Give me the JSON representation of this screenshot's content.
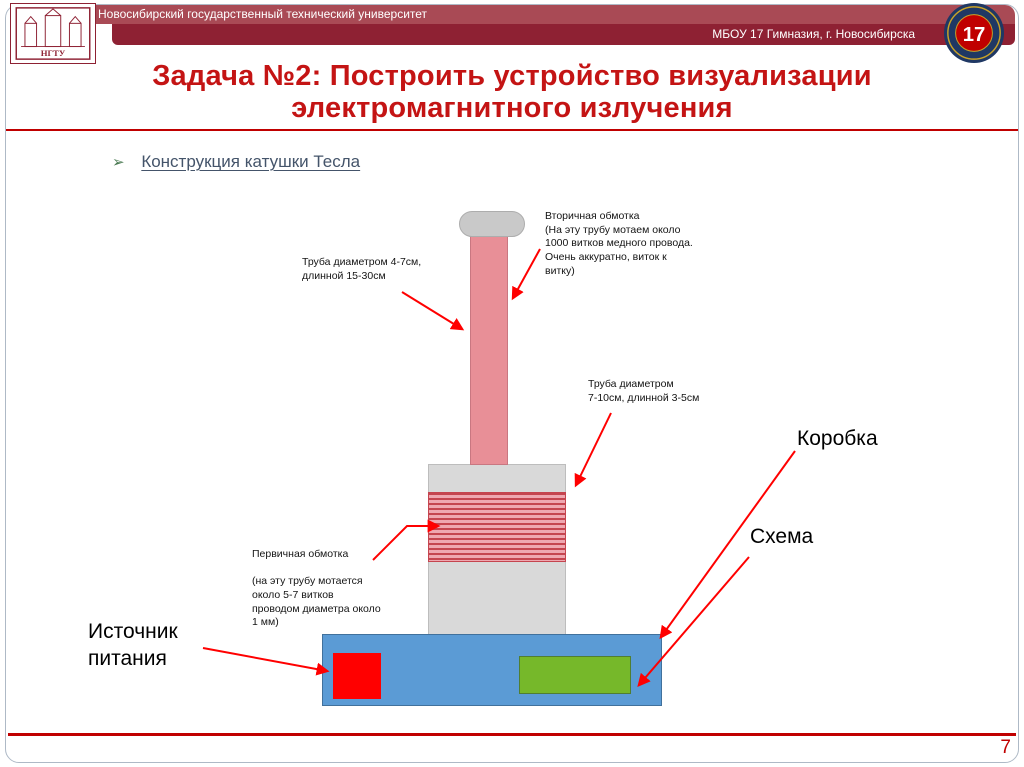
{
  "colors": {
    "accent_red": "#C00000",
    "bar_top": "#A94A55",
    "bar_bottom": "#8E2133",
    "title_red": "#C41414",
    "bullet_marker_green": "#4A7A52",
    "bullet_text": "#44546A",
    "tube_pink": "#E88F97",
    "coil_stripe_red": "#C5454F",
    "base_blue": "#5B9BD5",
    "schema_green": "#76B82A",
    "power_red": "#FF0000",
    "badge_navy": "#1F3864"
  },
  "header": {
    "university": "Новосибирский государственный технический университет",
    "school": "МБОУ 17 Гимназия, г. Новосибирска",
    "logo_caption": "НГТУ",
    "badge_number": "17"
  },
  "title": {
    "line1": "Задача №2: Построить устройство визуализации",
    "line2": "электромагнитного излучения"
  },
  "bullet": {
    "marker": "➢",
    "text": "Конструкция катушки Тесла"
  },
  "diagram": {
    "label_tube_secondary": "Труба диаметром 4-7см,\nдлинной 15-30см",
    "label_secondary_winding": "Вторичная обмотка\n(На эту трубу мотаем около\n1000 витков медного провода.\nОчень аккуратно, виток к\nвитку)",
    "label_tube_primary": "Труба диаметром\n7-10см, длинной 3-5см",
    "label_primary_winding": "Первичная обмотка\n\n(на эту трубу мотается\nоколо 5-7 витков\nпроводом диаметра около\n1 мм)",
    "label_box": "Коробка",
    "label_schema": "Схема",
    "label_power_source": "Источник\nпитания"
  },
  "footer": {
    "page_number": "7"
  }
}
